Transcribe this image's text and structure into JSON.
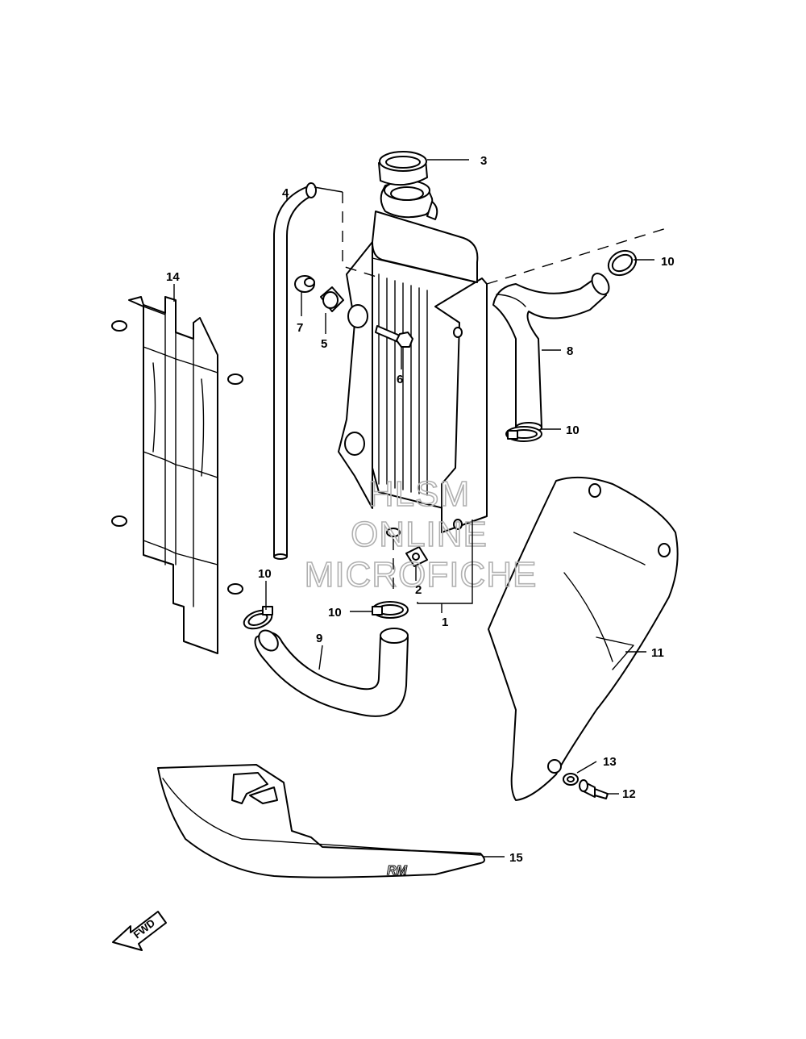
{
  "watermark": {
    "line1": "HLSM",
    "line2": "ONLINE",
    "line3": "MICROFICHE"
  },
  "fwd_label": "FWD",
  "callouts": {
    "c1": "1",
    "c2": "2",
    "c3": "3",
    "c4": "4",
    "c5": "5",
    "c6": "6",
    "c7": "7",
    "c8": "8",
    "c9": "9",
    "c10a": "10",
    "c10b": "10",
    "c10c": "10",
    "c10d": "10",
    "c11": "11",
    "c12": "12",
    "c13": "13",
    "c14": "14",
    "c15": "15"
  },
  "emblem": "RM"
}
